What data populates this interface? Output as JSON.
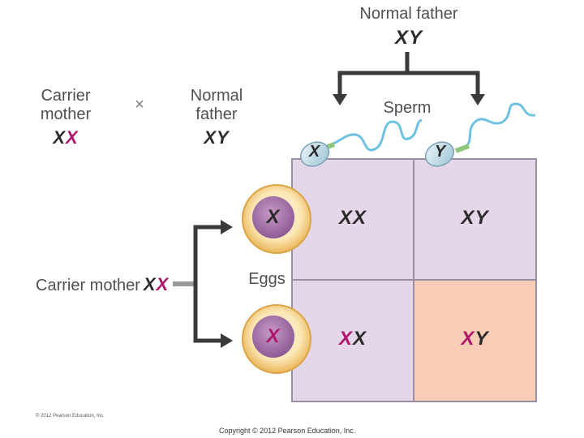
{
  "father_top": {
    "label": "Normal father",
    "genotype": "XY"
  },
  "sperm_label": "Sperm",
  "sperm": [
    {
      "allele": "X"
    },
    {
      "allele": "Y"
    }
  ],
  "cross": {
    "mother_label": "Carrier\nmother",
    "mother_genotype": [
      "X",
      "X"
    ],
    "cross_symbol": "×",
    "father_label": "Normal\nfather",
    "father_genotype": [
      "X",
      "Y"
    ]
  },
  "mother_left": {
    "label": "Carrier mother",
    "genotype": [
      "X",
      "X"
    ]
  },
  "eggs_label": "Eggs",
  "eggs": [
    {
      "allele": "X",
      "carrier": false
    },
    {
      "allele": "X",
      "carrier": true
    }
  ],
  "grid": [
    [
      {
        "first": "X",
        "second": "X",
        "first_carrier": false,
        "highlight": false
      },
      {
        "first": "X",
        "second": "Y",
        "first_carrier": false,
        "highlight": false
      }
    ],
    [
      {
        "first": "X",
        "second": "X",
        "first_carrier": true,
        "highlight": false
      },
      {
        "first": "X",
        "second": "Y",
        "first_carrier": true,
        "highlight": true
      }
    ]
  ],
  "colors": {
    "carrier_allele": "#b0166a",
    "normal_allele": "#2b2b2b",
    "cell_fill": "#e4d7ea",
    "highlight_fill": "#f8ccb7",
    "grid_border": "#9b8fa6"
  },
  "copyright_small": "© 2012 Pearson Education, Inc.",
  "copyright": "Copyright © 2012 Pearson Education, Inc."
}
